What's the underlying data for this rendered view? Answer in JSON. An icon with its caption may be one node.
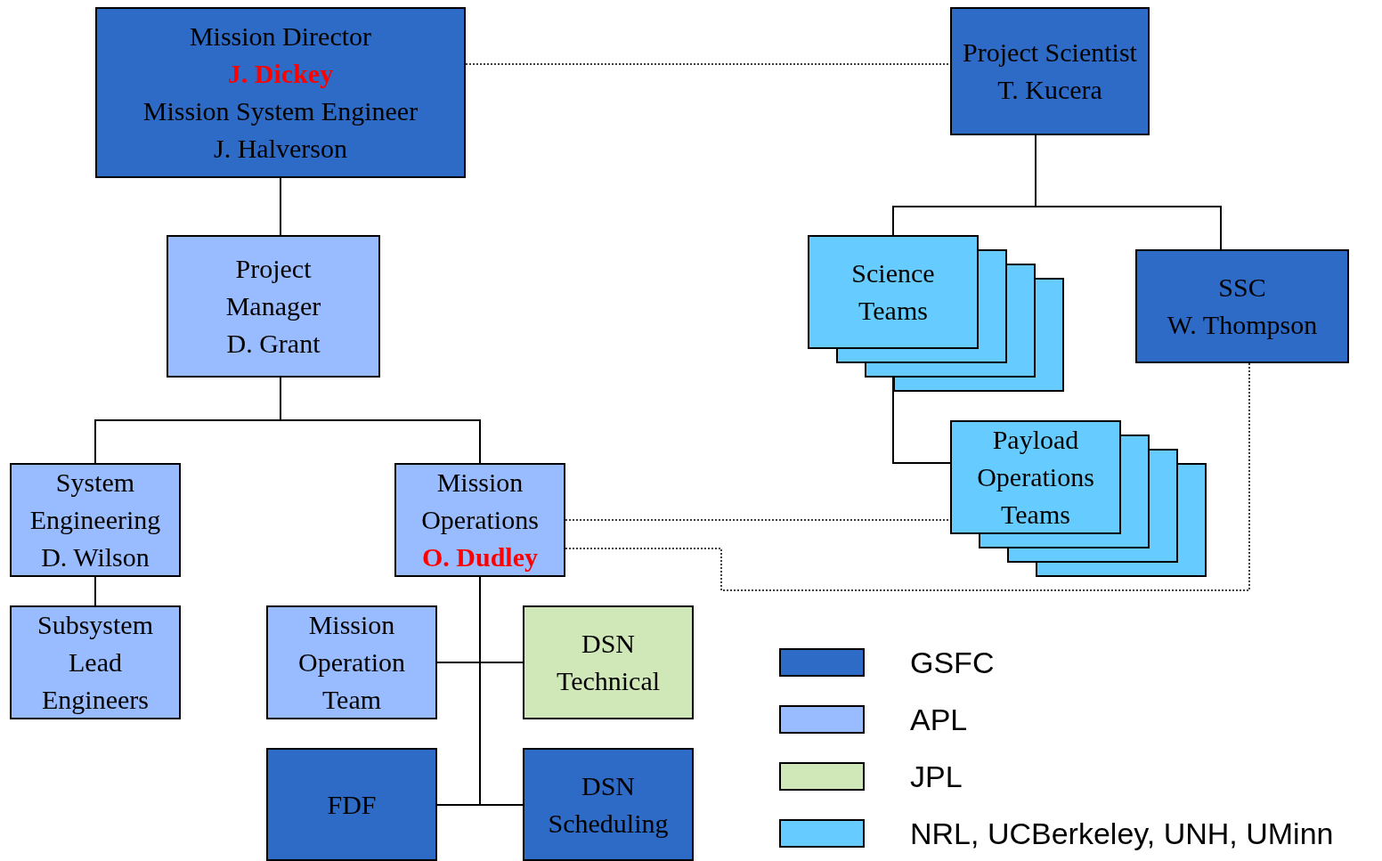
{
  "diagram": {
    "nodes": [
      {
        "text": [
          "Mission Director",
          "J. Dickey",
          "Mission System Engineer",
          "J. Halverson"
        ]
      },
      {
        "text": [
          "Project Scientist",
          "T. Kucera"
        ]
      },
      {
        "text": [
          "Project Manager",
          "D. Grant"
        ]
      },
      {
        "text": [
          "Science Teams"
        ]
      },
      {
        "text": [
          "SSC",
          "W. Thompson"
        ]
      },
      {
        "text": [
          "System Engineering",
          "D. Wilson"
        ]
      },
      {
        "text": [
          "Mission Operations",
          "O. Dudley"
        ]
      },
      {
        "text": [
          "Payload Operations Teams"
        ]
      },
      {
        "text": [
          "Subsystem Lead Engineers"
        ]
      },
      {
        "text": [
          "Mission Operation Team"
        ]
      },
      {
        "text": [
          "DSN Technical"
        ]
      },
      {
        "text": [
          "FDF"
        ]
      },
      {
        "text": [
          "DSN Scheduling"
        ]
      }
    ],
    "edges": [
      {
        "from": 0,
        "to": 1,
        "arrow": "none",
        "style": "dashed"
      },
      {
        "from": 0,
        "to": 2,
        "arrow": "none"
      },
      {
        "from": 2,
        "to": 5,
        "arrow": "none"
      },
      {
        "from": 2,
        "to": 6,
        "arrow": "none"
      },
      {
        "from": 1,
        "to": 3,
        "arrow": "none"
      },
      {
        "from": 1,
        "to": 4,
        "arrow": "none"
      },
      {
        "from": 3,
        "to": 7,
        "arrow": "none"
      },
      {
        "from": 5,
        "to": 8,
        "arrow": "none"
      },
      {
        "from": 6,
        "to": 9,
        "arrow": "none"
      },
      {
        "from": 6,
        "to": 10,
        "arrow": "none"
      },
      {
        "from": 6,
        "to": 11,
        "arrow": "none"
      },
      {
        "from": 6,
        "to": 12,
        "arrow": "none"
      },
      {
        "from": 6,
        "to": 7,
        "arrow": "none",
        "style": "dashed"
      },
      {
        "from": 6,
        "to": 4,
        "arrow": "none",
        "style": "dashed"
      }
    ],
    "legend": [
      {
        "text": "GSFC",
        "color": "#2e6bc6"
      },
      {
        "text": "APL",
        "color": "#99bbff"
      },
      {
        "text": "JPL",
        "color": "#d0e8b8"
      },
      {
        "text": "NRL, UCBerkeley, UNH, UMinn",
        "color": "#66ccff"
      }
    ]
  }
}
